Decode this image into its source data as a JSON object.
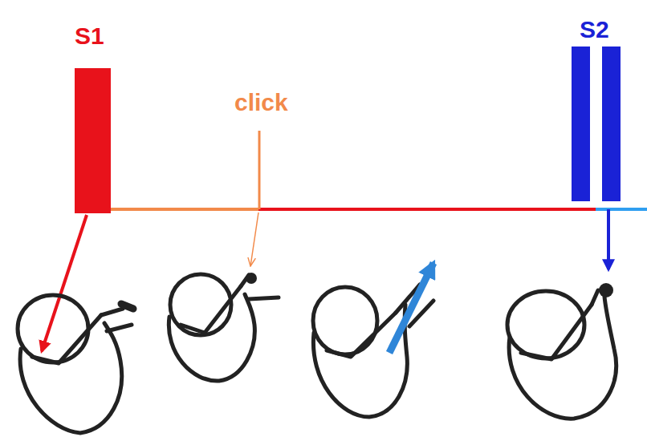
{
  "diagram": {
    "labels": [
      "S1",
      "click",
      "S2"
    ]
  }
}
